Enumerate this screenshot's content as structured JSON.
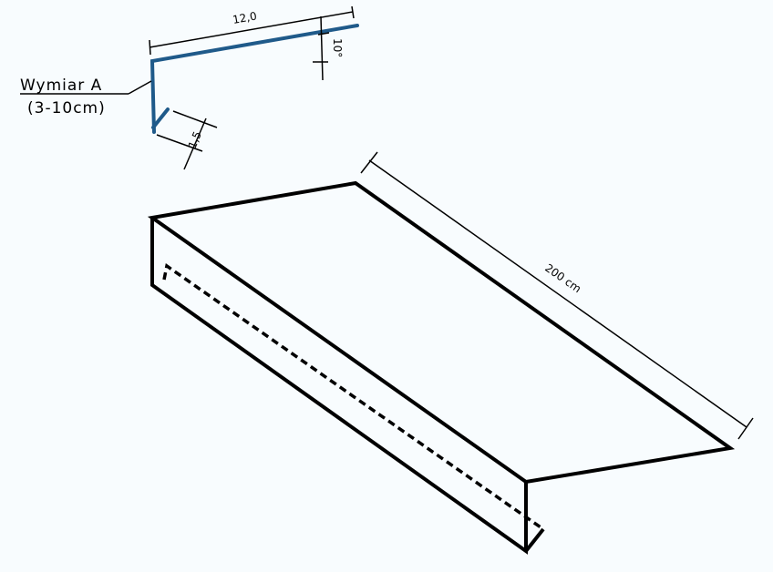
{
  "profile": {
    "width_label": "12,0",
    "angle_label": "10°",
    "hem_label": "1,5",
    "dimension_name": "Wymiar A",
    "dimension_range": "(3-10cm)"
  },
  "sill": {
    "length_label": "200 cm"
  },
  "colors": {
    "profile_line": "#1f5a8a",
    "outline": "#000000",
    "background": "#f8fcfe"
  }
}
